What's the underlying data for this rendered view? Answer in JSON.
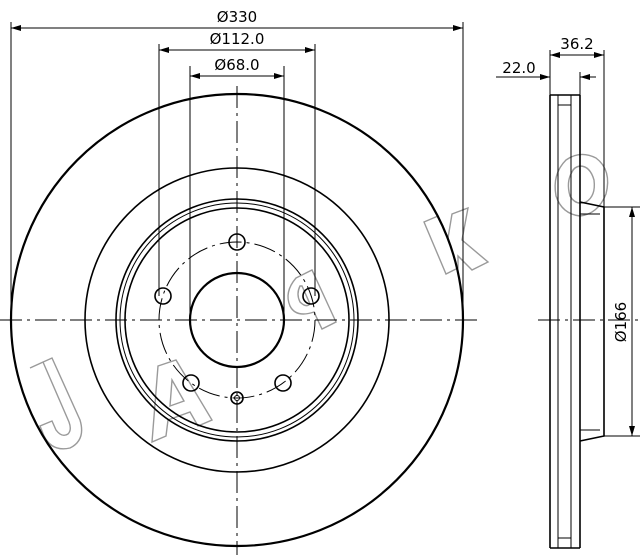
{
  "dimensions": {
    "outer_diameter": "Ø330",
    "bolt_circle_diameter": "Ø112.0",
    "center_bore_diameter": "Ø68.0",
    "total_thickness": "36.2",
    "disc_thickness": "22.0",
    "inner_diameter": "Ø166"
  },
  "watermark": {
    "text": "JAPKO"
  }
}
